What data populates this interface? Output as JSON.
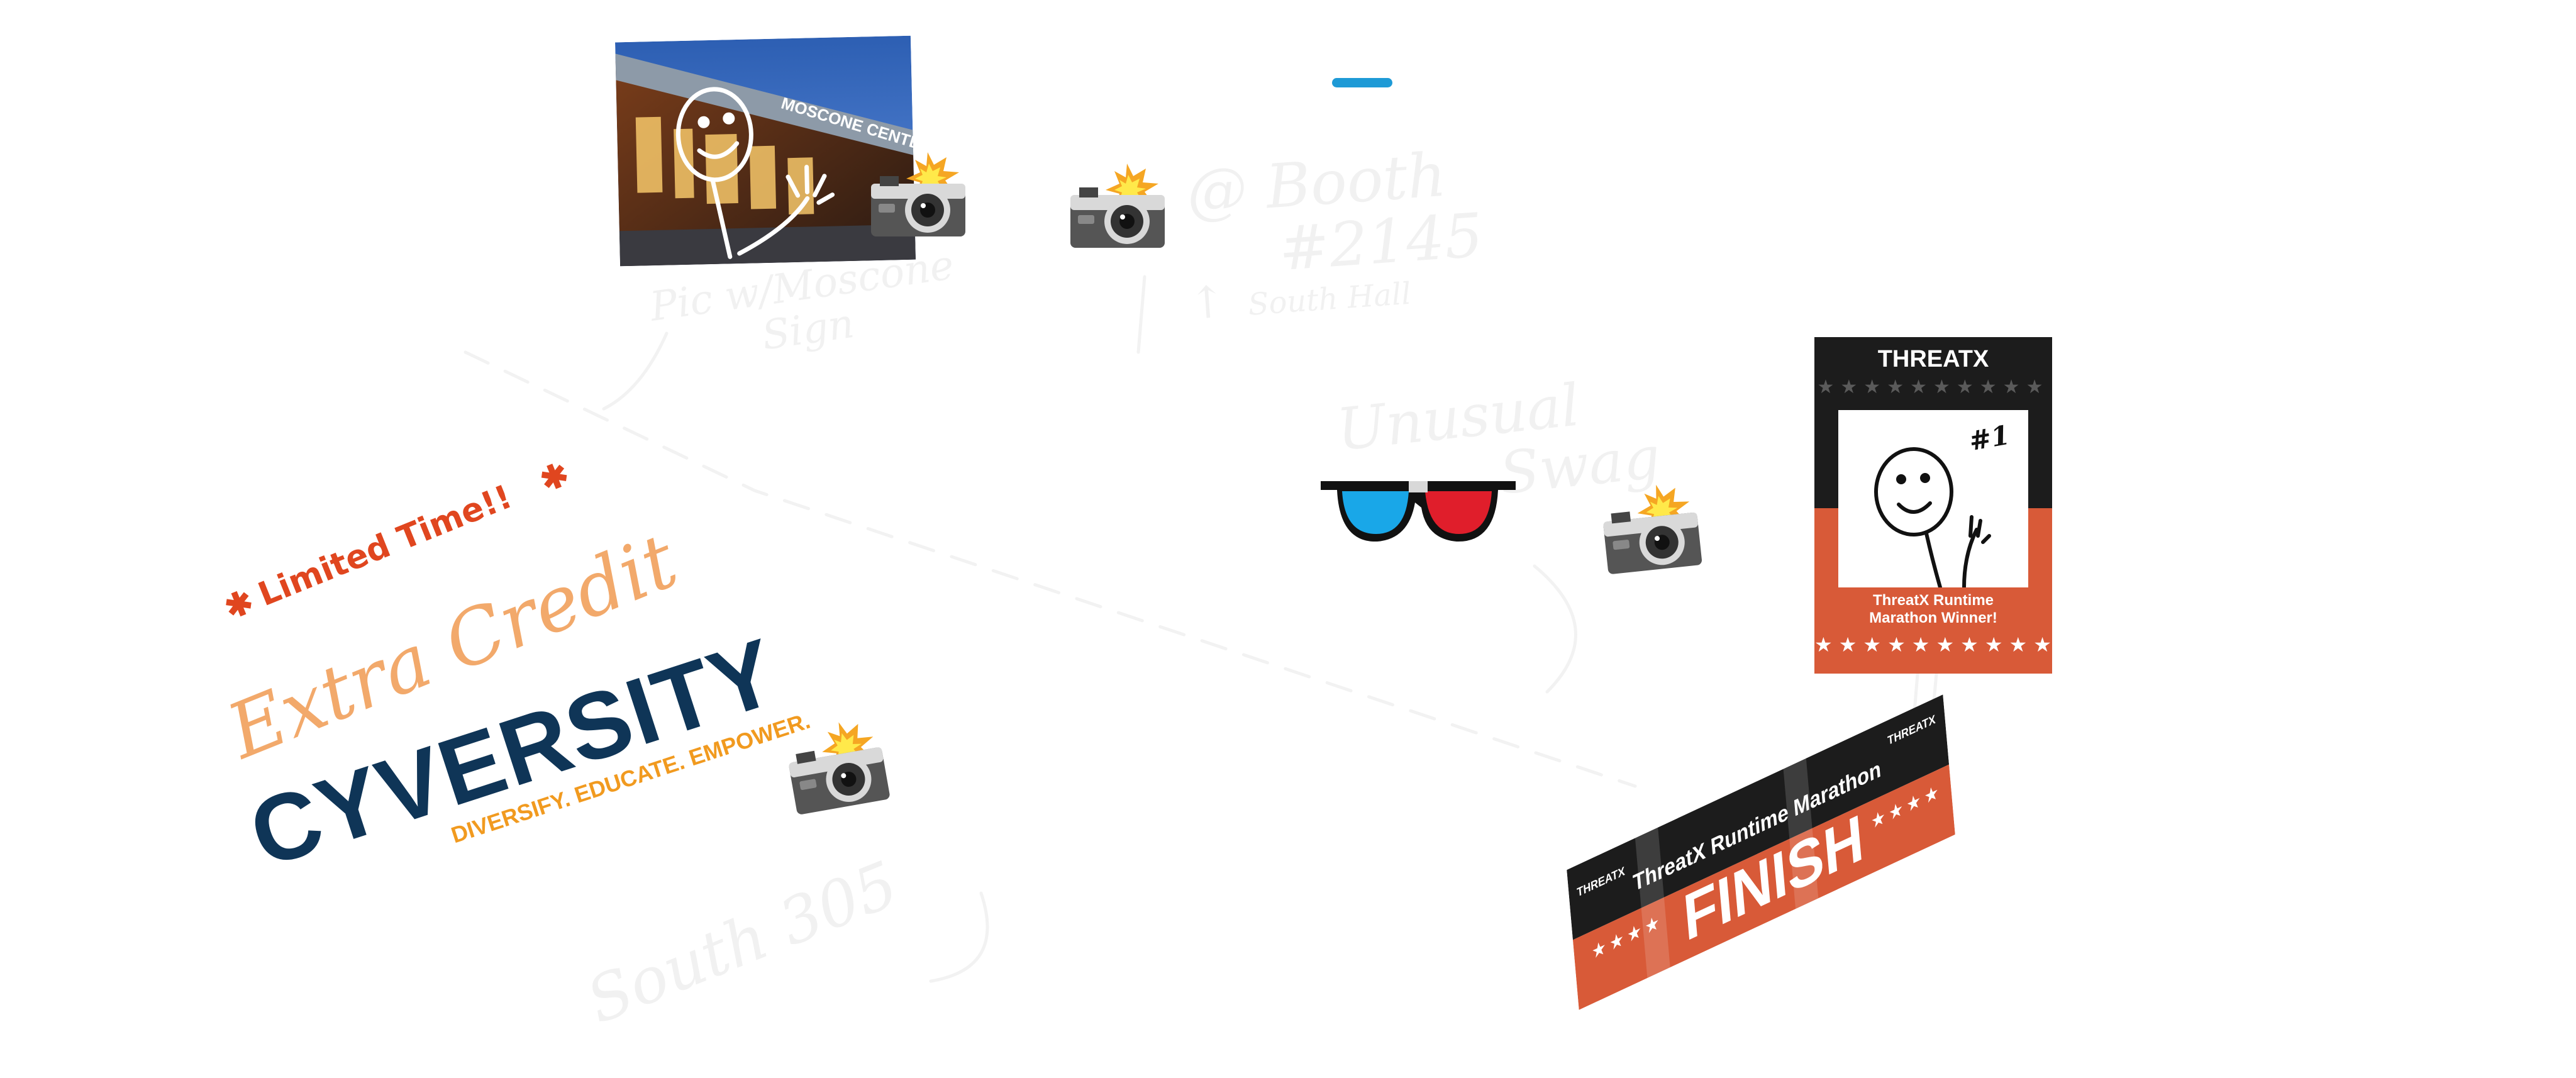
{
  "colors": {
    "accent_blue": "#1e9ad6",
    "faint_ink": "#efefef",
    "red_orange": "#e0461f",
    "orange_ink": "#f2a96b",
    "threatx_dark": "#1c1c1c",
    "threatx_orange": "#d85a38",
    "cyversity_navy": "#0f3557",
    "cyversity_orange": "#f19a1f",
    "cyversity_green": "#2fa84f",
    "cyversity_purple": "#b83fd0",
    "lens_blue": "#19a7e8",
    "lens_red": "#e01e2b"
  },
  "icons": [
    "camera-flash-icon",
    "stick-figure-icon",
    "arrow-icon",
    "3d-glasses-icon",
    "star-icon"
  ],
  "photo": {
    "sign_text": "MOSCONE CENTER"
  },
  "notes": {
    "moscone_line1": "Pic w/Moscone",
    "moscone_line2": "Sign",
    "booth_line1": "@ Booth",
    "booth_line2": "#2145",
    "south_hall": "South Hall",
    "unusual_line1": "Unusual",
    "unusual_line2": "Swag",
    "south_room": "South 305"
  },
  "cyversity": {
    "limited_time": "Limited Time!!",
    "extra_credit": "Extra Credit",
    "logo_text": "CYVERSITY",
    "tagline": "DIVERSIFY. EDUCATE. EMPOWER."
  },
  "poster": {
    "brand": "THREATX",
    "badge": "#1",
    "caption_line1": "ThreatX Runtime",
    "caption_line2": "Marathon Winner!",
    "stars": "★★★★★★★★★★"
  },
  "banner": {
    "title": "ThreatX Runtime Marathon",
    "word": "FINISH",
    "brand": "THREATX",
    "stars_left": "★★★★",
    "stars_right": "★★★★"
  }
}
